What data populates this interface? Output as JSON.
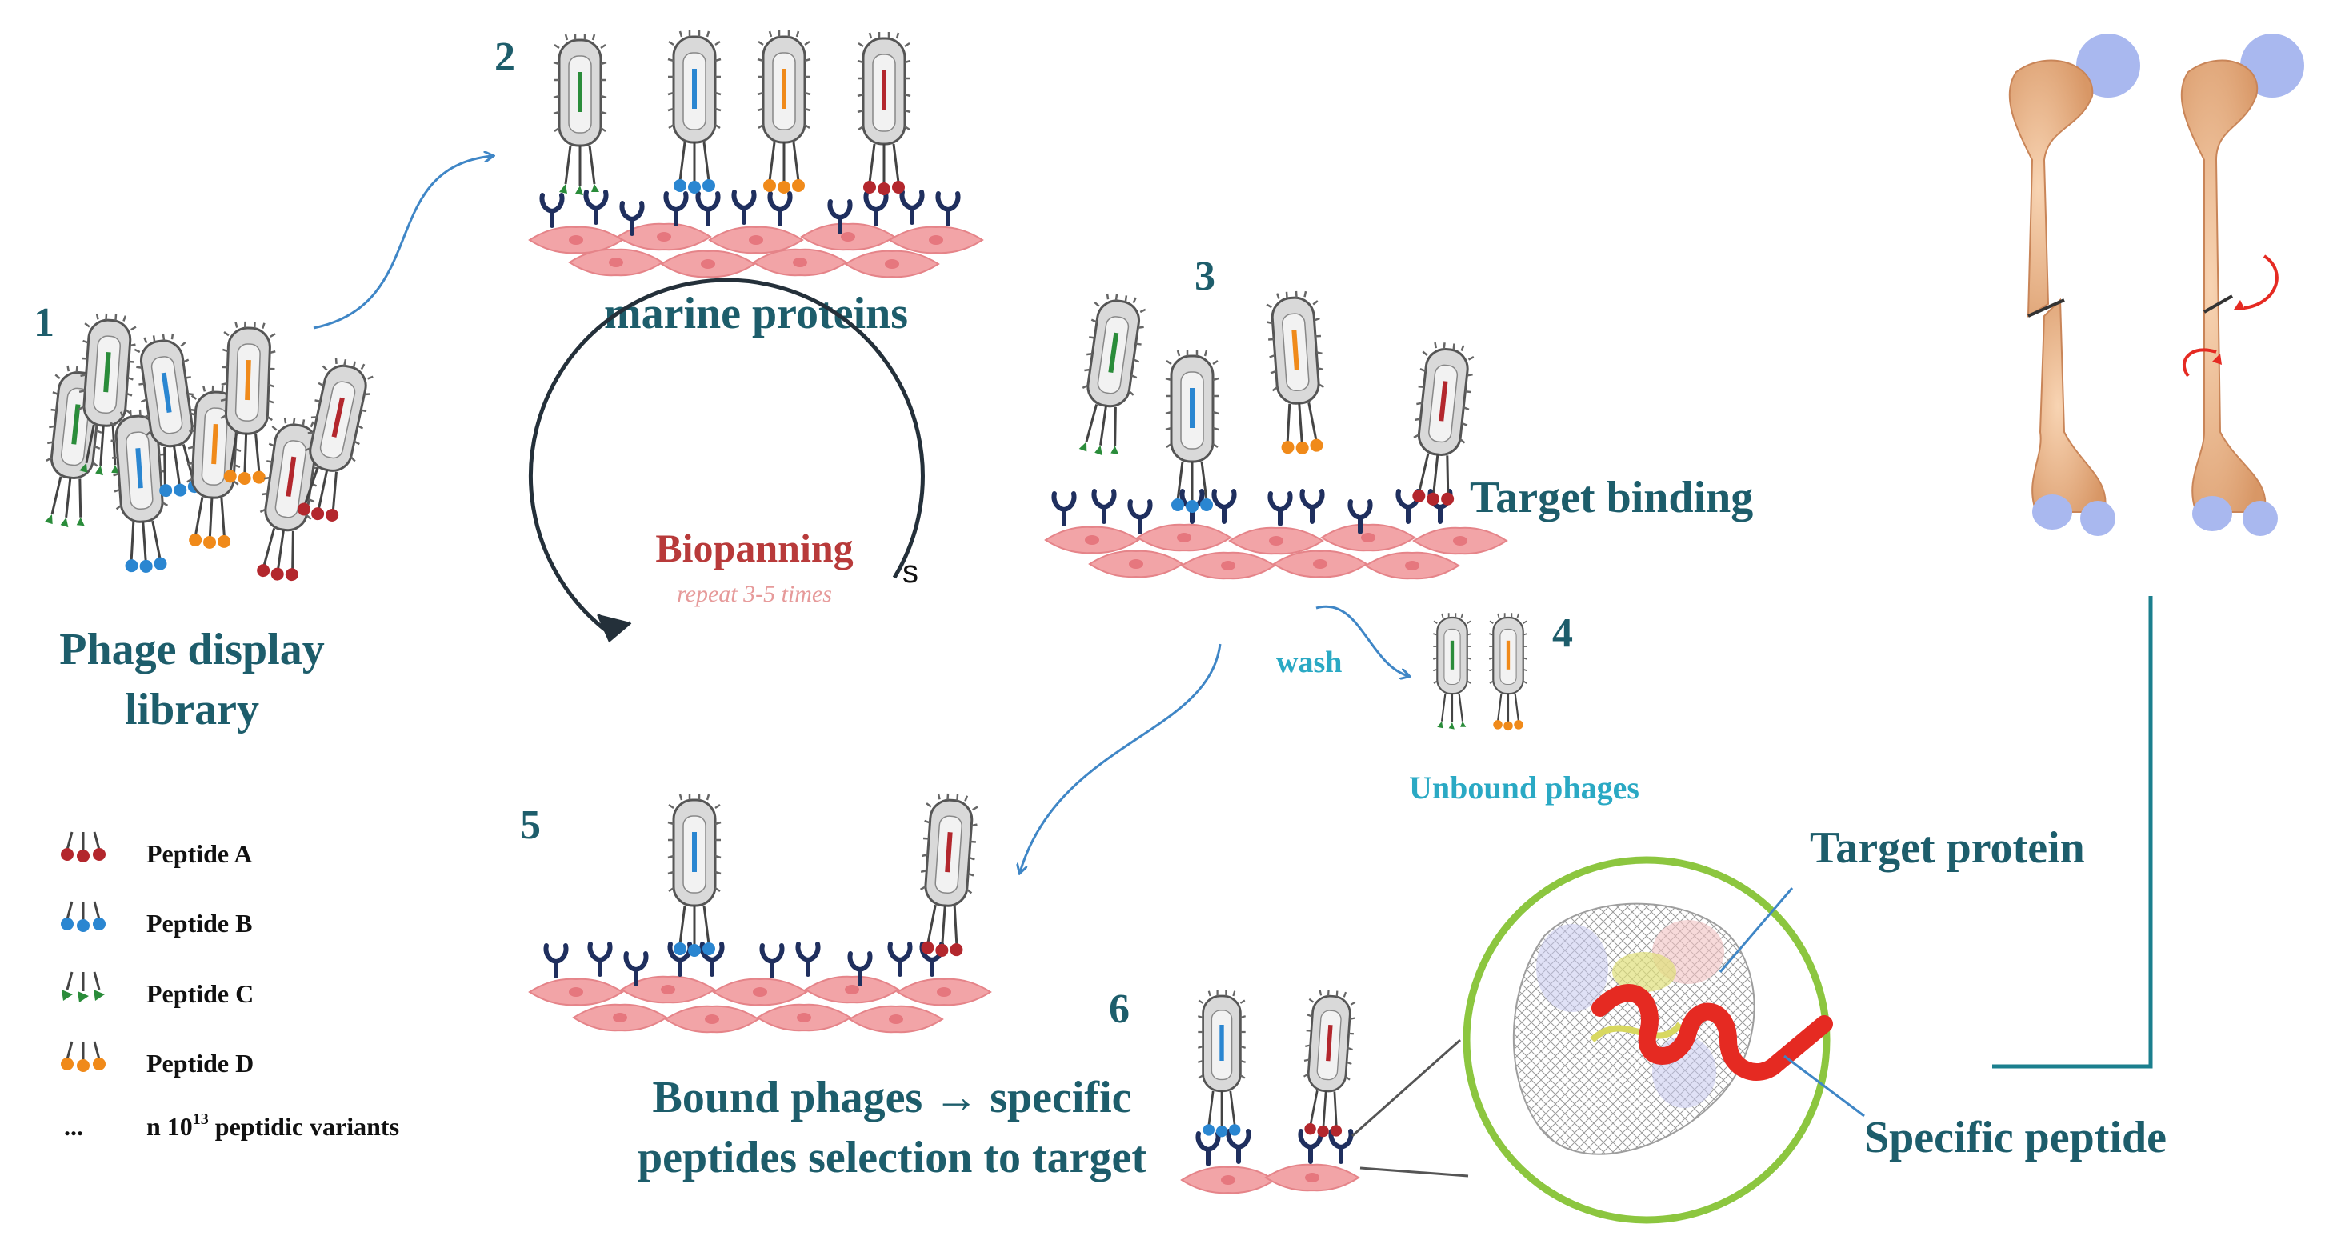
{
  "steps": {
    "s1": "1",
    "s2": "2",
    "s3": "3",
    "s4": "4",
    "s5": "5",
    "s6": "6"
  },
  "labels": {
    "library_line1": "Phage display",
    "library_line2": "library",
    "marine_proteins": "marine proteins",
    "target_binding": "Target binding",
    "wash": "wash",
    "unbound_phages": "Unbound phages",
    "bound_line1": "Bound phages → specific",
    "bound_line2": "peptides selection to target",
    "target_protein": "Target protein",
    "specific_peptide": "Specific peptide"
  },
  "cycle": {
    "title": "Biopanning",
    "subtitle": "repeat 3-5 times",
    "stray_char": "s"
  },
  "legend": [
    {
      "label": "Peptide A",
      "color": "#b3272d"
    },
    {
      "label": "Peptide B",
      "color": "#2a86d1"
    },
    {
      "label": "Peptide C",
      "color": "#2a8c3a"
    },
    {
      "label": "Peptide D",
      "color": "#f08a1a"
    }
  ],
  "legend_footer": {
    "ellipsis": "...",
    "prefix": "n 10",
    "exponent": "13",
    "suffix": " peptidic variants"
  },
  "colors": {
    "teal_text": "#1d5d6b",
    "cyan_text": "#2aa9c4",
    "biopanning_red": "#b83a3a",
    "repeat_pink": "#e69a9a",
    "arrow_blue": "#3f86c6",
    "cell_pink": "#f2a4a7",
    "receptor_navy": "#1f2f5e",
    "bone": "#e9b48a",
    "cartilage": "#a9b8ef",
    "circle_green": "#8cc63f",
    "bracket_teal": "#1b7f8e"
  }
}
